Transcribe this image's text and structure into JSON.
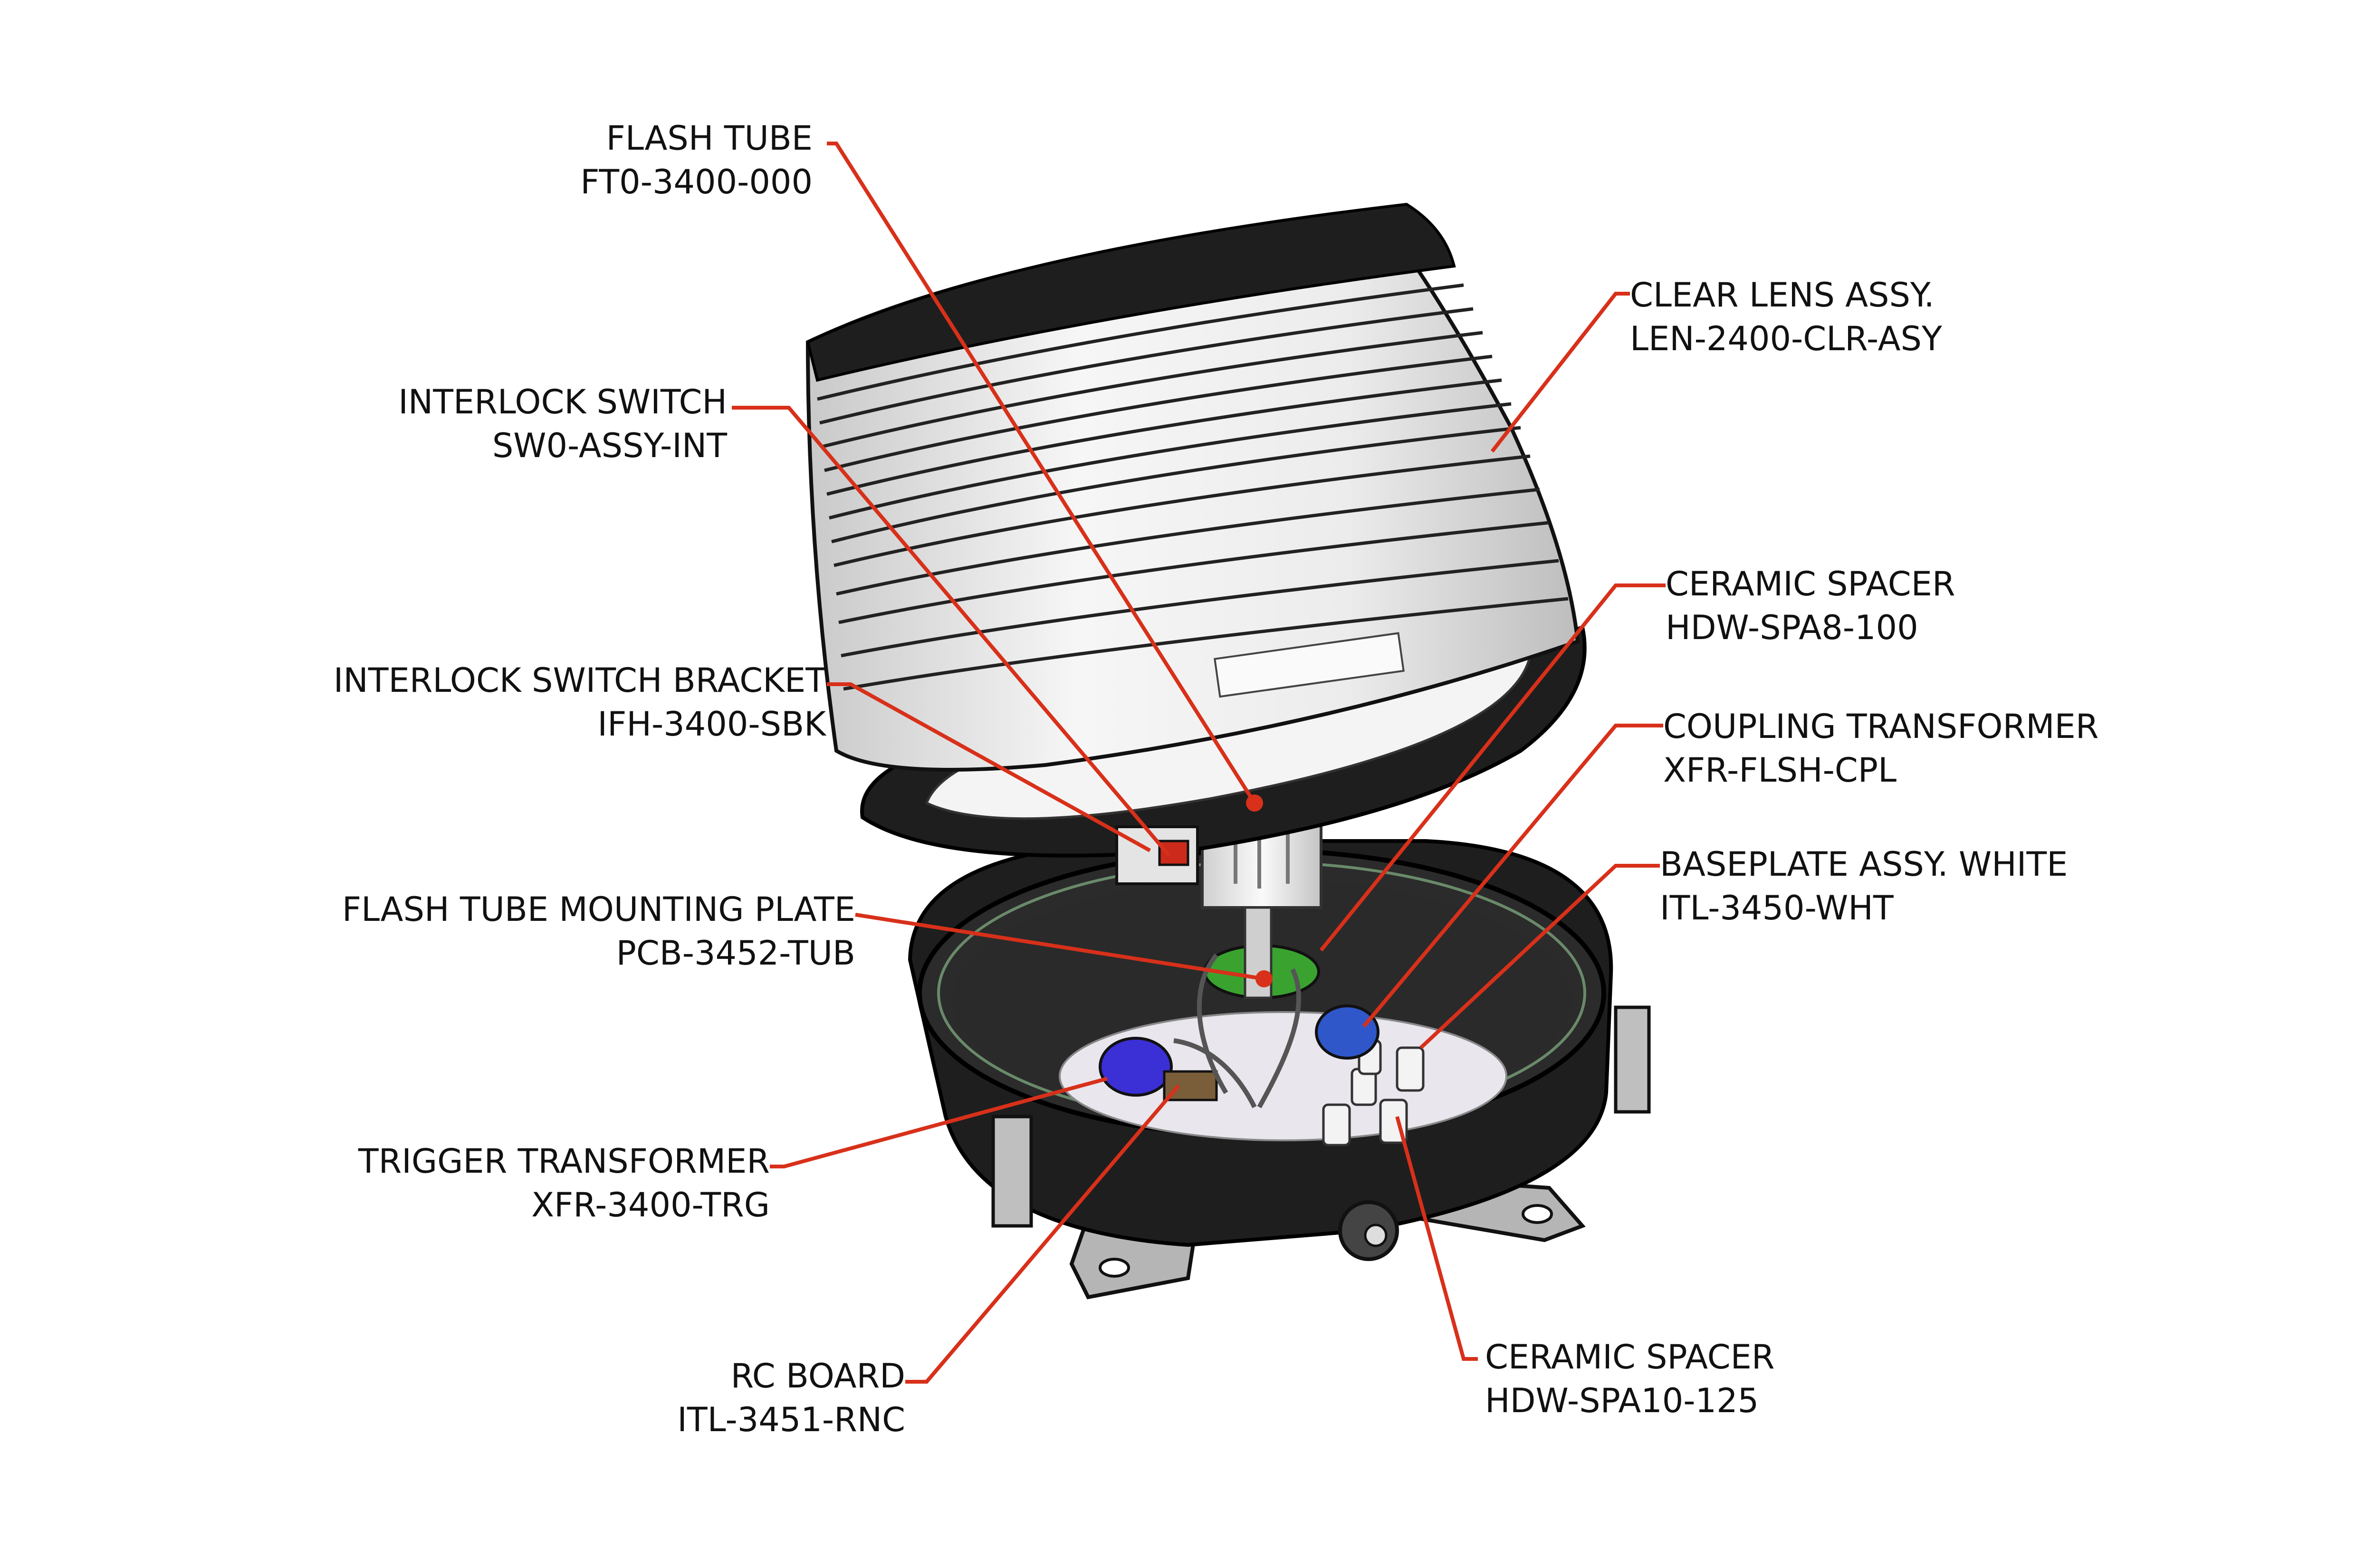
{
  "colors": {
    "leader": "#d8301a",
    "body": "#1e1e1e",
    "lens": "#f1f1f1",
    "base_plate": "#a8a8a8",
    "mount_plate": "#3aa330",
    "trigger_transformer": "#3b2fd6",
    "coupling_transformer": "#2f57c9"
  },
  "callouts": {
    "flash_tube": {
      "name": "FLASH TUBE",
      "part": "FT0-3400-000"
    },
    "interlock_switch": {
      "name": "INTERLOCK SWITCH",
      "part": "SW0-ASSY-INT"
    },
    "interlock_switch_bracket": {
      "name": "INTERLOCK SWITCH BRACKET",
      "part": "IFH-3400-SBK"
    },
    "flash_tube_mounting_plate": {
      "name": "FLASH TUBE MOUNTING PLATE",
      "part": "PCB-3452-TUB"
    },
    "trigger_transformer": {
      "name": "TRIGGER TRANSFORMER",
      "part": "XFR-3400-TRG"
    },
    "rc_board": {
      "name": "RC BOARD",
      "part": "ITL-3451-RNC"
    },
    "clear_lens_assy": {
      "name": "CLEAR LENS ASSY.",
      "part": "LEN-2400-CLR-ASY"
    },
    "ceramic_spacer_top": {
      "name": "CERAMIC SPACER",
      "part": "HDW-SPA8-100"
    },
    "coupling_transformer": {
      "name": "COUPLING TRANSFORMER",
      "part": "XFR-FLSH-CPL"
    },
    "baseplate_assy": {
      "name": "BASEPLATE ASSY. WHITE",
      "part": "ITL-3450-WHT"
    },
    "ceramic_spacer_bottom": {
      "name": "CERAMIC SPACER",
      "part": "HDW-SPA10-125"
    }
  }
}
